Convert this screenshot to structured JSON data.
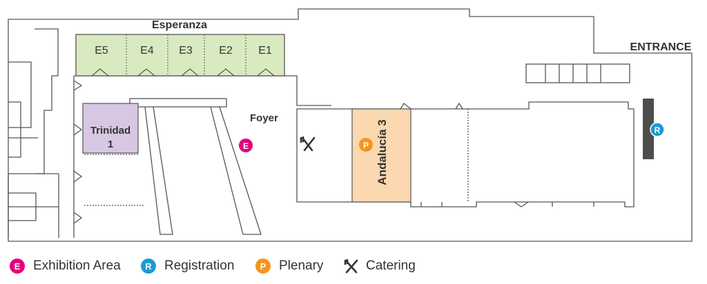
{
  "rooms": {
    "esperanza": "Esperanza",
    "exhibition_booths": [
      "E5",
      "E4",
      "E3",
      "E2",
      "E1"
    ],
    "trinidad_line1": "Trinidad",
    "trinidad_line2": "1",
    "andalucia": "Andalucía 3",
    "foyer": "Foyer",
    "entrance": "ENTRANCE"
  },
  "markers": {
    "exhibition": "E",
    "registration": "R",
    "plenary": "P"
  },
  "legend": [
    {
      "letter": "E",
      "label": "Exhibition Area",
      "color": "#e5007e"
    },
    {
      "letter": "R",
      "label": "Registration",
      "color": "#1a9ad6"
    },
    {
      "letter": "P",
      "label": "Plenary",
      "color": "#f7941d"
    },
    {
      "letter": "",
      "label": "Catering",
      "icon": "fork-knife-icon"
    }
  ],
  "colors": {
    "exhibition_fill": "#d9eac0",
    "trinidad_fill": "#d7c7e2",
    "plenary_fill": "#fcd8b0",
    "registration_desk": "#4d4d4d",
    "outline": "#555555"
  }
}
